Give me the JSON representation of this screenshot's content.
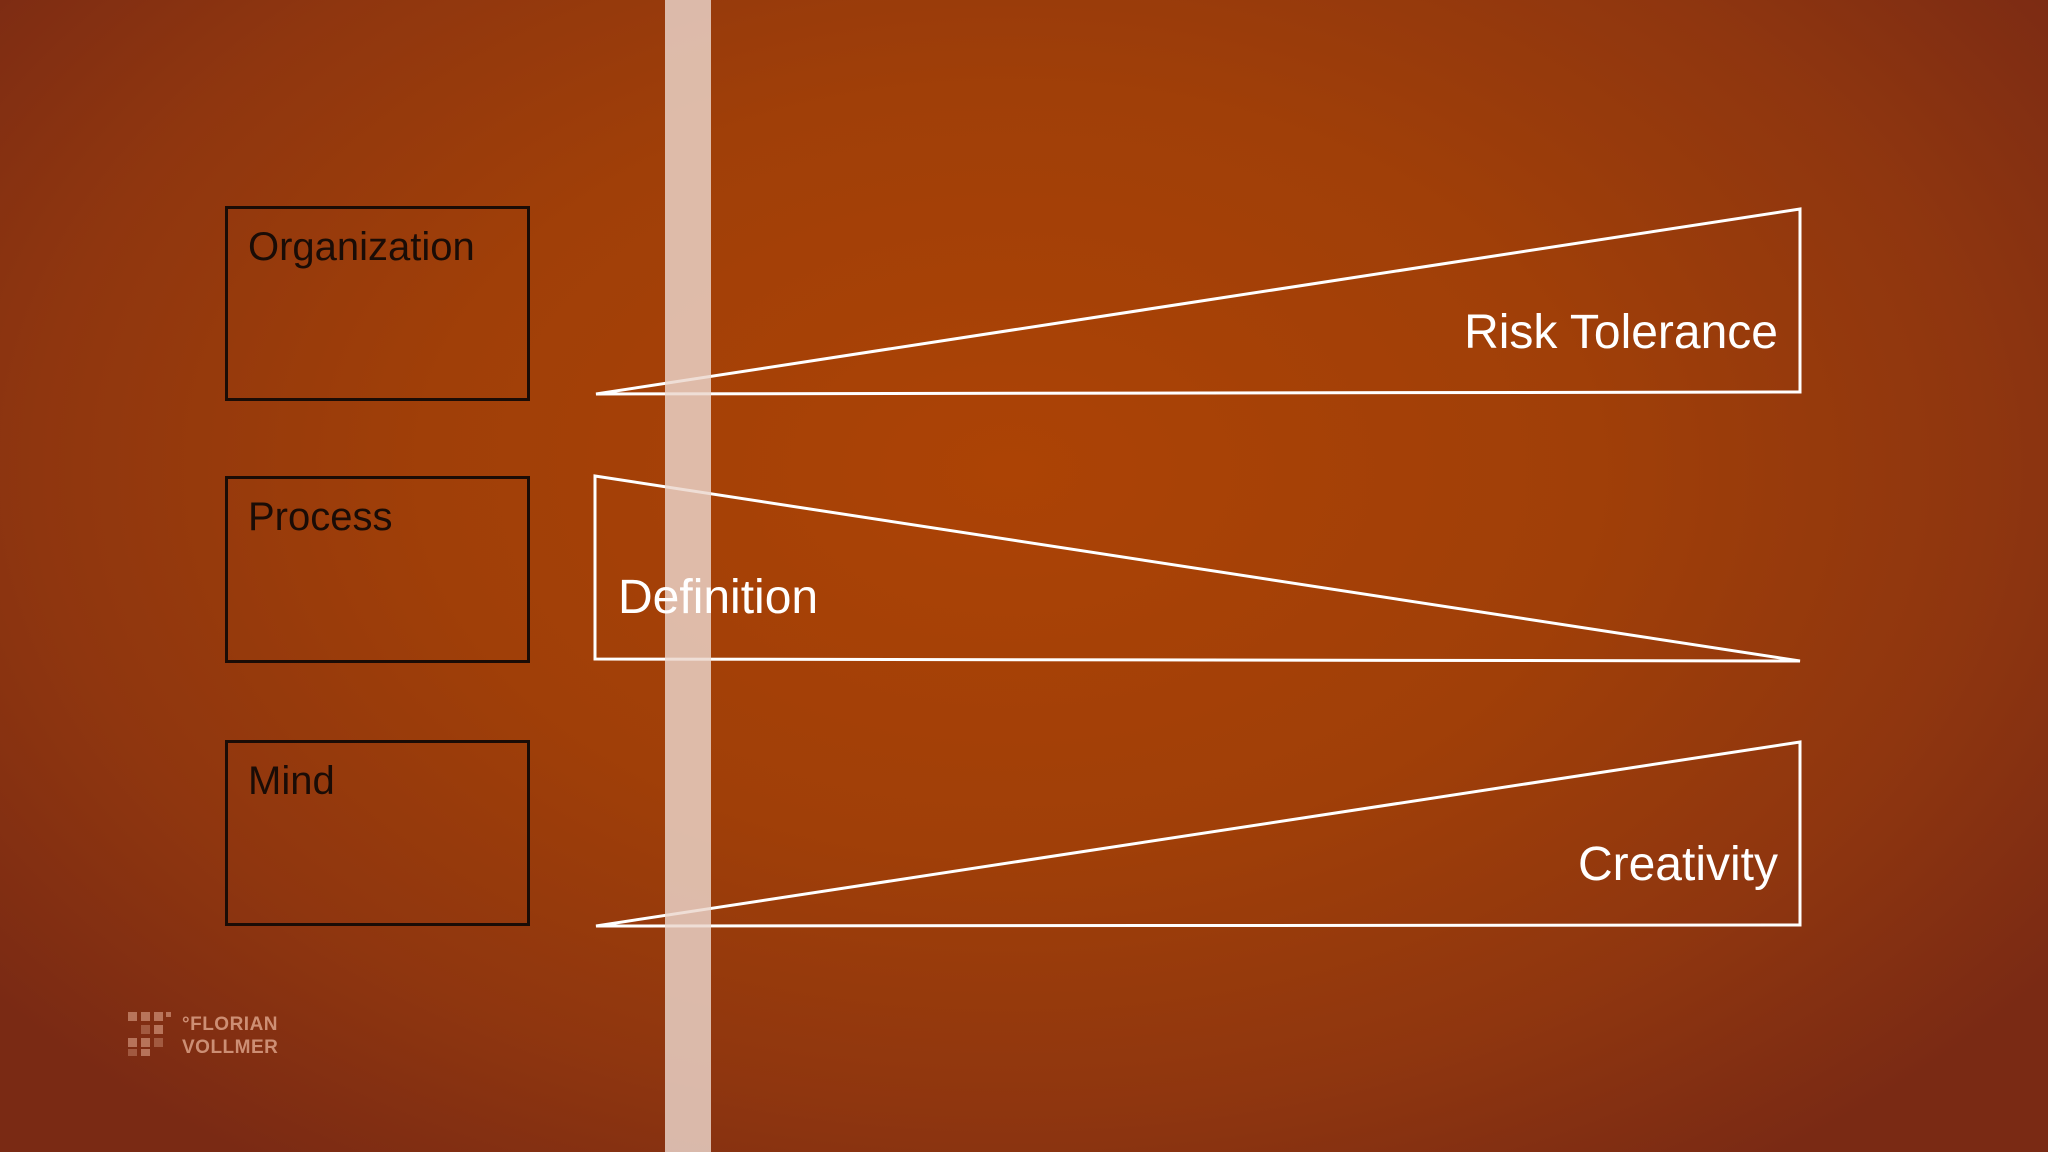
{
  "boxes": [
    {
      "label": "Organization"
    },
    {
      "label": "Process"
    },
    {
      "label": "Mind"
    }
  ],
  "wedges": [
    {
      "label": "Risk Tolerance",
      "direction": "widening"
    },
    {
      "label": "Definition",
      "direction": "narrowing"
    },
    {
      "label": "Creativity",
      "direction": "widening"
    }
  ],
  "logo": {
    "line1": "°FLORIAN",
    "line2": "VOLLMER",
    "icon": "pixel-grid-logo-icon"
  },
  "colors": {
    "background": "#a23f08",
    "box_border": "#1a0c06",
    "wedge_stroke": "#ffffff",
    "stripe": "#ebd7cd"
  }
}
